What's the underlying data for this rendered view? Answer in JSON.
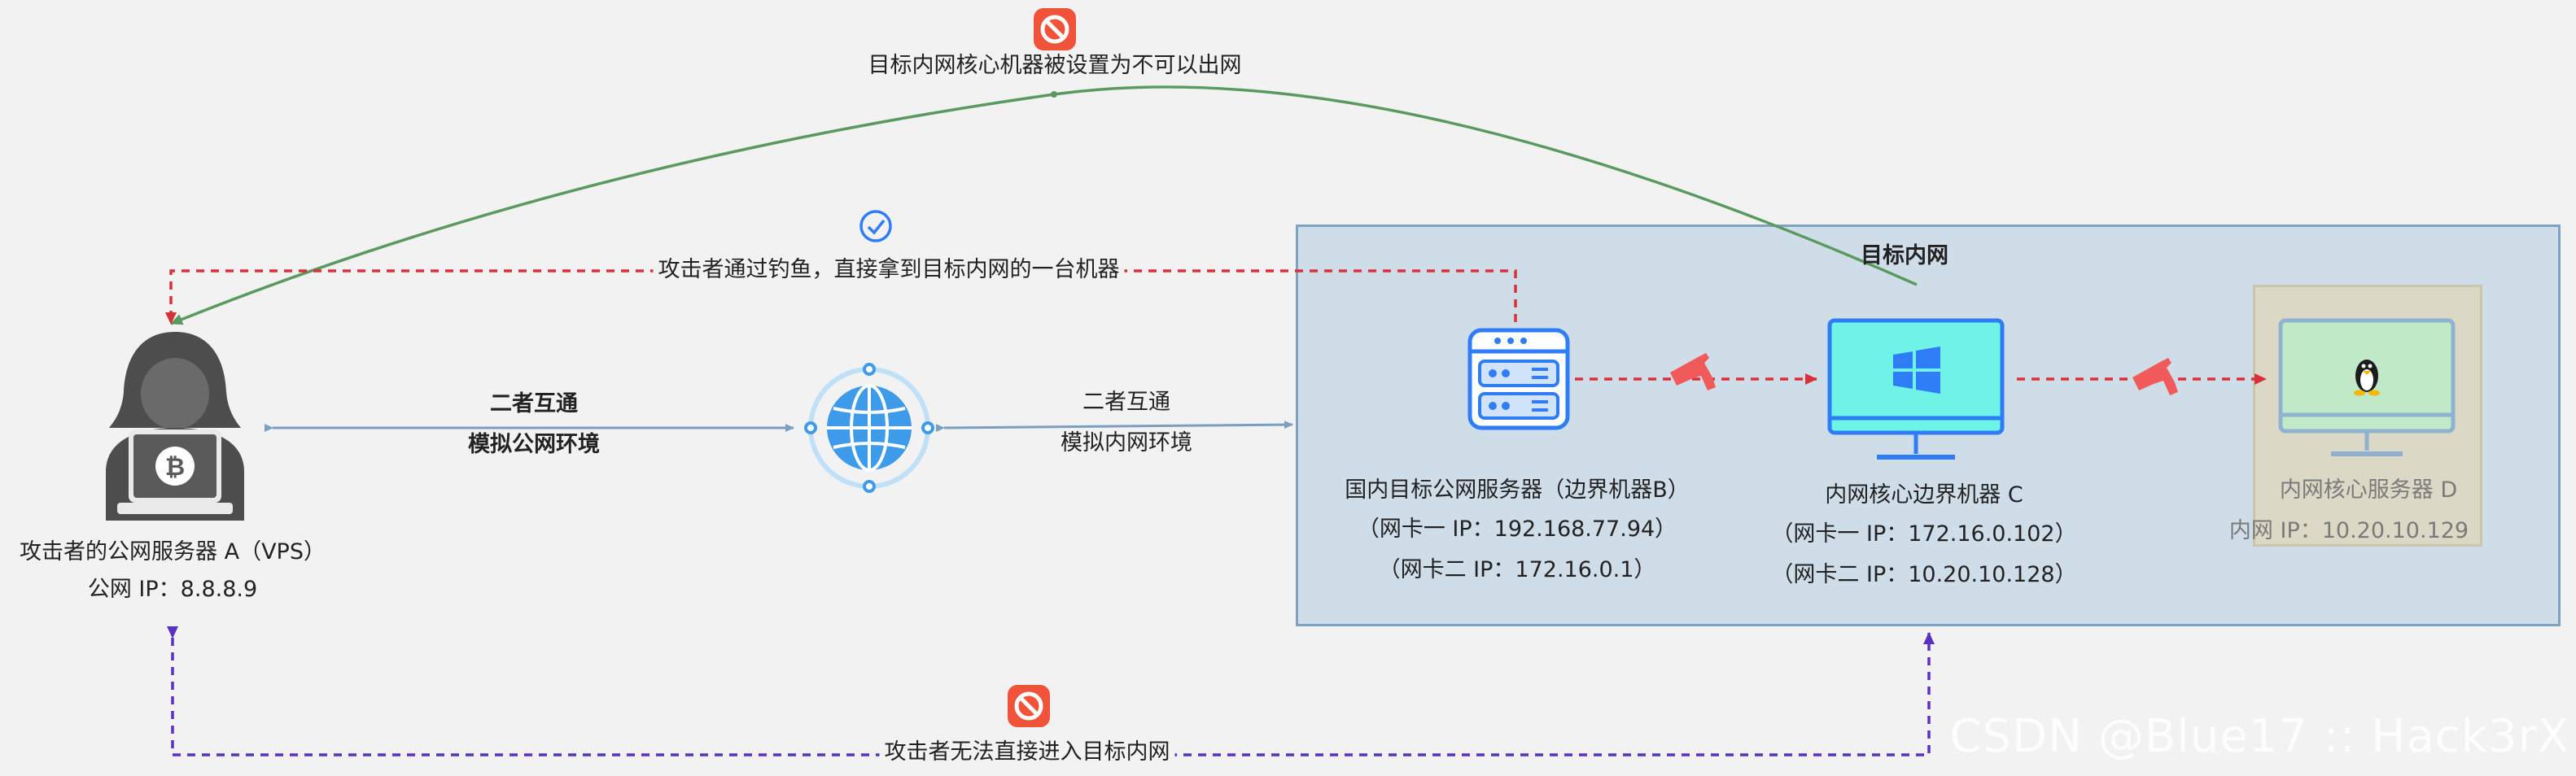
{
  "zone": {
    "title": "目标内网"
  },
  "nodes": {
    "attacker": {
      "name": "攻击者的公网服务器 A（VPS）",
      "ip": "公网 IP：8.8.8.9"
    },
    "border_b": {
      "name": "国内目标公网服务器（边界机器B）",
      "nic1": "（网卡一 IP：192.168.77.94）",
      "nic2": "（网卡二 IP：172.16.0.1）"
    },
    "core_c": {
      "name": "内网核心边界机器 C",
      "nic1": "（网卡一 IP：172.16.0.102）",
      "nic2": "（网卡二 IP：10.20.10.128）"
    },
    "server_d": {
      "name": "内网核心服务器 D",
      "ip": "内网 IP：10.20.10.129"
    }
  },
  "edges": {
    "top_note": "目标内网核心机器被设置为不可以出网",
    "phish_note": "攻击者通过钓鱼，直接拿到目标内网的一台机器",
    "bottom_note": "攻击者无法直接进入目标内网",
    "left_link": {
      "line1": "二者互通",
      "line2": "模拟公网环境"
    },
    "right_link": {
      "line1": "二者互通",
      "line2": "模拟内网环境"
    }
  },
  "icons": {
    "attacker": "hacker-laptop-icon",
    "internet": "globe-network-icon",
    "border_b": "server-icon",
    "core_c": "windows-monitor-icon",
    "server_d": "linux-monitor-icon",
    "forbidden": "forbidden-icon",
    "success": "check-circle-icon",
    "blocked_hit": "pistol-icon"
  },
  "colors": {
    "green_line": "#5a9a60",
    "red_dashed": "#d9313a",
    "purple_dashed": "#5a2fc2",
    "blue_arrow": "#7c9fbf",
    "forbidden_bg": "#f0533a",
    "check_blue": "#2f7df6",
    "zone_bg": "#cfdde9"
  },
  "watermark": "CSDN @Blue17 :: Hack3rX"
}
